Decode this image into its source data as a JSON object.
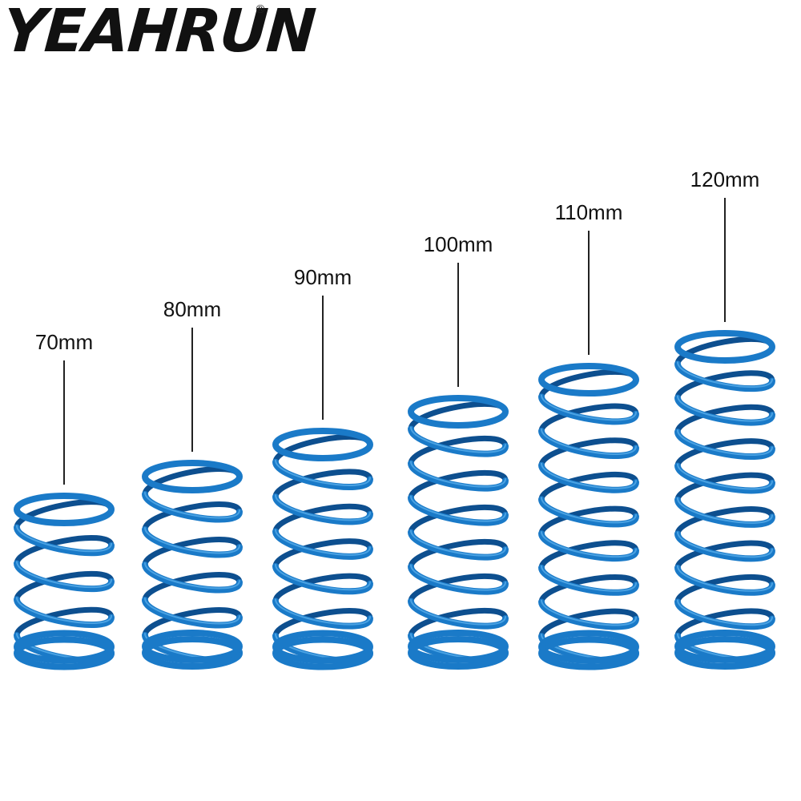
{
  "brand": {
    "name": "YEAHRUN",
    "registered_mark": "®"
  },
  "colors": {
    "spring": "#1a7ac8",
    "spring_highlight": "#5fb4ee",
    "spring_shadow": "#0d4f8f",
    "text": "#111111",
    "leader_line": "#222222",
    "background": "#ffffff"
  },
  "springs": [
    {
      "label": "70mm",
      "length_mm": 70,
      "coils": 4
    },
    {
      "label": "80mm",
      "length_mm": 80,
      "coils": 5
    },
    {
      "label": "90mm",
      "length_mm": 90,
      "coils": 6
    },
    {
      "label": "100mm",
      "length_mm": 100,
      "coils": 7
    },
    {
      "label": "110mm",
      "length_mm": 110,
      "coils": 8
    },
    {
      "label": "120mm",
      "length_mm": 120,
      "coils": 9
    }
  ]
}
